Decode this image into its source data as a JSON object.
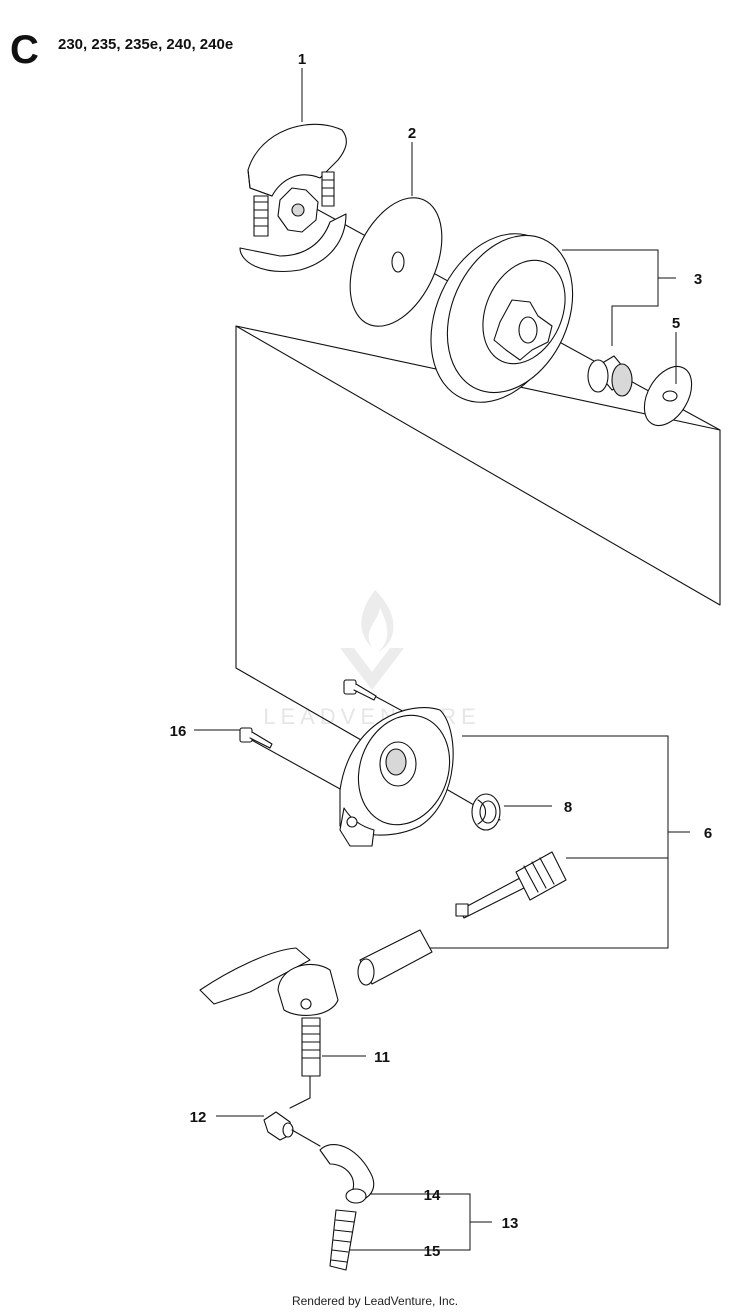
{
  "header": {
    "section_letter": "C",
    "models": "230, 235, 235e, 240, 240e"
  },
  "watermark": {
    "text": "LEADVENTURE"
  },
  "callouts": {
    "c1": "1",
    "c2": "2",
    "c3": "3",
    "c5": "5",
    "c6": "6",
    "c8": "8",
    "c11": "11",
    "c12": "12",
    "c13": "13",
    "c14": "14",
    "c15": "15",
    "c16": "16"
  },
  "footer": {
    "text": "Rendered by LeadVenture, Inc."
  },
  "colors": {
    "line": "#111111",
    "part_fill": "#ffffff",
    "shade": "#d8d8d8",
    "watermark": "#e6e6e6"
  }
}
